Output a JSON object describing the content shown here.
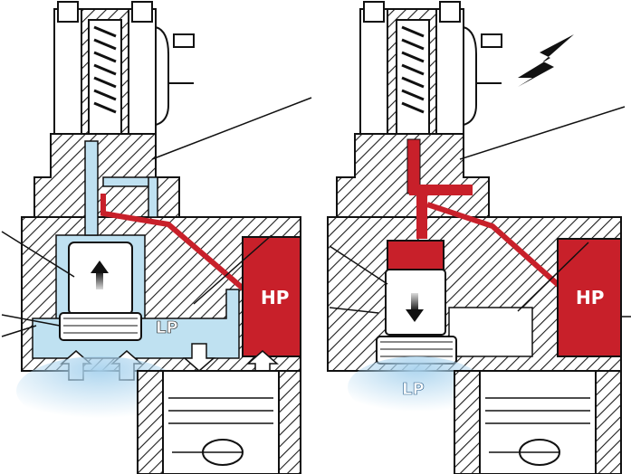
{
  "diagram": {
    "colors": {
      "low_pressure": "#bfe1f1",
      "low_pressure_glow": "#a9d3ee",
      "high_pressure": "#c8202a",
      "hatch": "#1c1c1c",
      "body": "#ffffff",
      "outline": "#111111"
    },
    "left_panel": {
      "state": "de-energized",
      "hp_label": "HP",
      "lp_label": "LP",
      "piston_arrow": "up"
    },
    "right_panel": {
      "state": "energized",
      "hp_label": "HP",
      "lp_label": "LP",
      "piston_arrow": "down",
      "energize_icon": "lightning-bolt-icon"
    }
  }
}
